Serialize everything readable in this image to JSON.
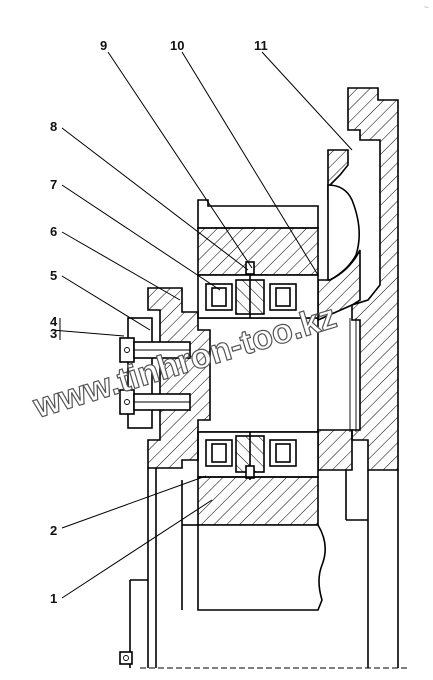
{
  "callouts": [
    {
      "id": "1",
      "label": "1"
    },
    {
      "id": "2",
      "label": "2"
    },
    {
      "id": "3",
      "label": "3"
    },
    {
      "id": "4",
      "label": "4"
    },
    {
      "id": "5",
      "label": "5"
    },
    {
      "id": "6",
      "label": "6"
    },
    {
      "id": "7",
      "label": "7"
    },
    {
      "id": "8",
      "label": "8"
    },
    {
      "id": "9",
      "label": "9"
    },
    {
      "id": "10",
      "label": "10"
    },
    {
      "id": "11",
      "label": "11"
    }
  ],
  "watermark": {
    "text": "www.tinhron-too.kz"
  },
  "corner_mark": {
    "text": "~"
  }
}
